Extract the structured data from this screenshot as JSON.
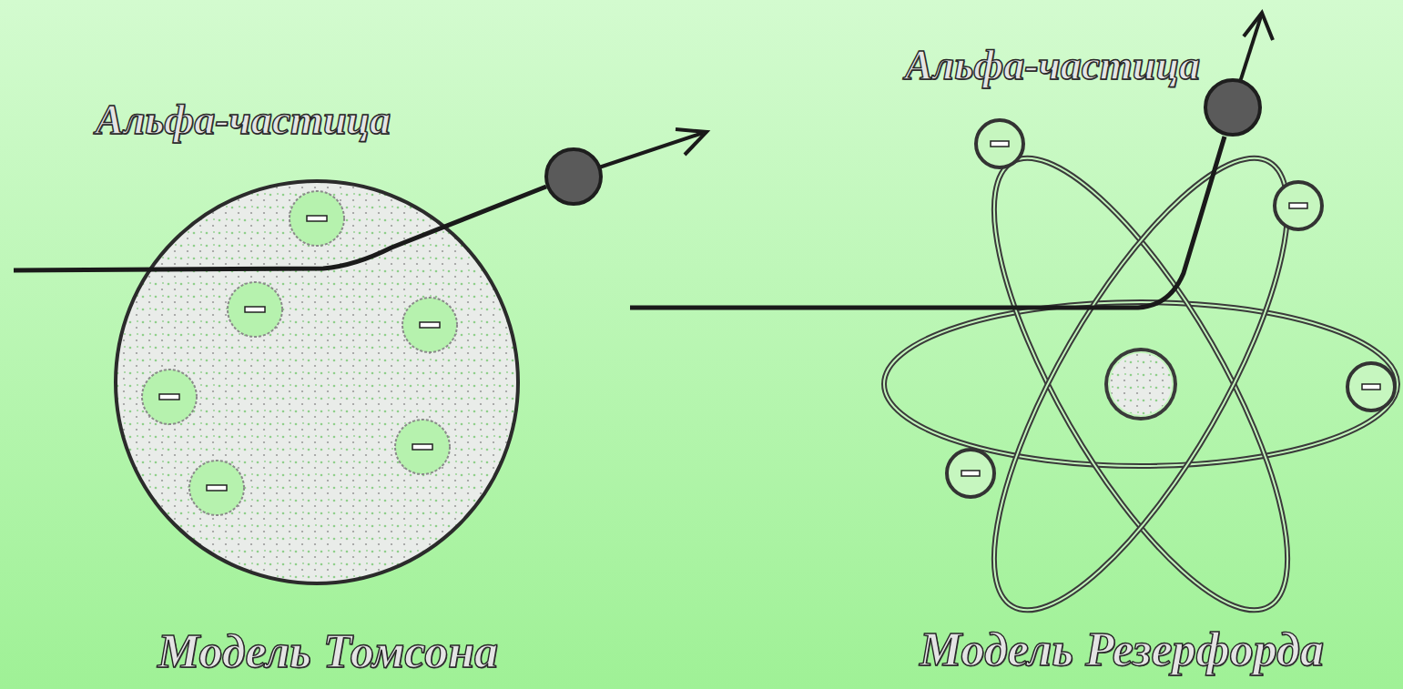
{
  "diagram": {
    "labels": [
      "Альфа-частица",
      "Альфа-частица",
      "Модель Томсона",
      "Модель Резерфорда"
    ]
  }
}
